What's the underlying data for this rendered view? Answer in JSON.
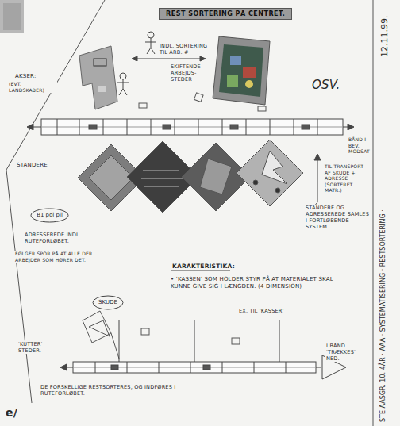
{
  "diagram": {
    "title": "REST SORTERING PÅ CENTRET.",
    "nodes": [
      {
        "text": [
          "B1 pol pil"
        ]
      },
      {
        "text": [
          "SKUDE"
        ]
      }
    ],
    "labels": [
      "INDL. SORTERING TIL ARB. #",
      "SKIFTENDE ARBEJDS-STEDER",
      "AKSER:",
      "(EVT. LANDSKABER)",
      "OSV.",
      "STANDERE",
      "BÅND I BEV. MODSAT",
      "TIL TRANSPORT AF SKUDE + ADRESSE (SORTERET MATR.)",
      "STANDERE OG ADRESSEREDE SAMLES I FORTLØBENDE SYSTEM.",
      "ADRESSEREDE INDI RUTEFORLØBET.",
      "FØLGER SPOR PÅ AT ALLE DER ARBEJDER SOM HØRER DET.",
      "KARAKTERISTIKA:",
      "• 'KASSEN' SOM HOLDER STYR PÅ AT MATERIALET SKAL KUNNE GIVE SIG I LÆNGDEN. (4 DIMENSION)",
      "EX. TIL 'KASSER'",
      "'KUTTER' STEDER.",
      "I BÅND 'TRÆKKES' NED.",
      "DE FORSKELLIGE RESTSORTERES, OG INDFØRES I RUTEFORLØBET.",
      "e/",
      "12.11.99.",
      "STE AASGR. 10. 4ÅR · AAA · SYSTEMATISERING · RESTSORTERING ·"
    ]
  }
}
